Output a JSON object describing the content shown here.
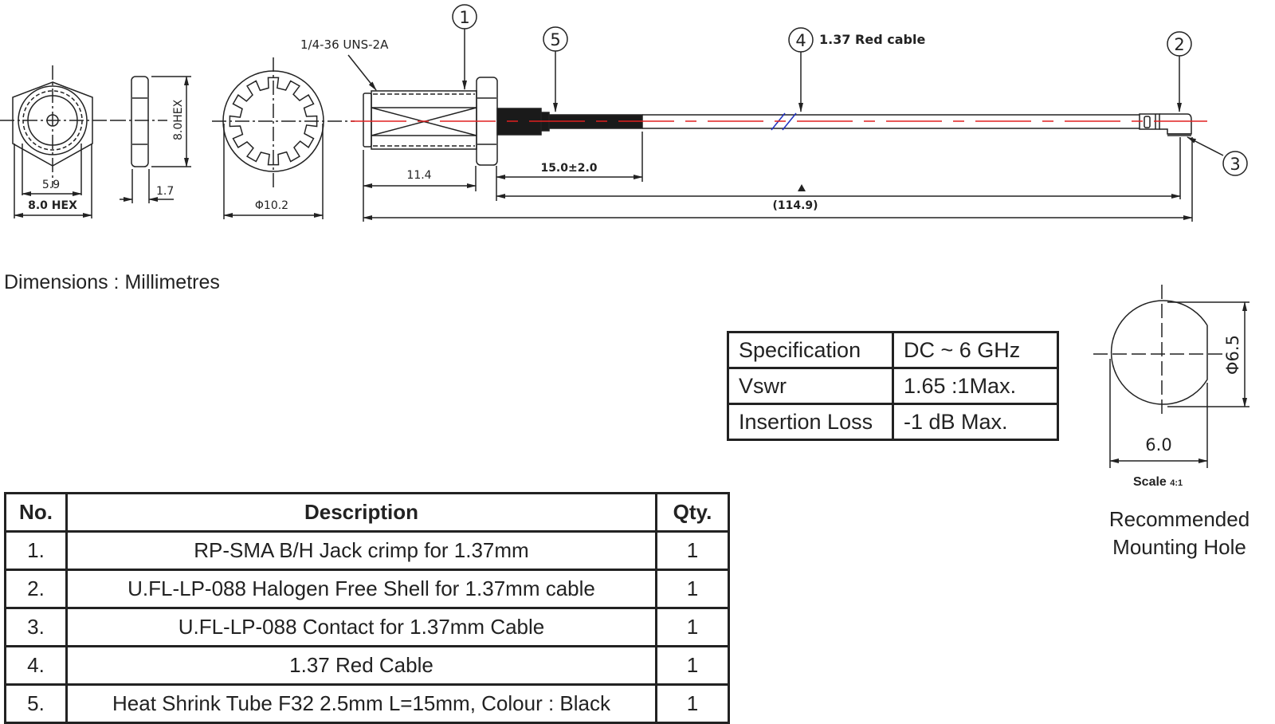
{
  "drawing": {
    "units_note": "Dimensions : Millimetres",
    "callouts": [
      {
        "id": "1",
        "label": ""
      },
      {
        "id": "2",
        "label": ""
      },
      {
        "id": "3",
        "label": ""
      },
      {
        "id": "4",
        "label": "1.37 Red cable"
      },
      {
        "id": "5",
        "label": ""
      }
    ],
    "dimensions": {
      "thread": "1/4-36 UNS-2A",
      "nut_inner": "5.9",
      "nut_hex": "8.0 HEX",
      "nut_side_hex": "8.0HEX",
      "nut_thickness": "1.7",
      "washer_dia": "Φ10.2",
      "body_length": "11.4",
      "heatshrink_length": "15.0±2.0",
      "cable_length": "(114.9)",
      "hole_dia": "Φ6.5",
      "hole_flat": "6.0"
    },
    "colors": {
      "line": "#222222",
      "centerline": "#e02020",
      "break_mark": "#2030c0",
      "heatshrink": "#1a1a1a"
    }
  },
  "spec_table": {
    "rows": [
      {
        "key": "Specification",
        "value": "DC ~ 6 GHz"
      },
      {
        "key": "Vswr",
        "value": "1.65 :1Max."
      },
      {
        "key": "Insertion Loss",
        "value": "-1 dB Max."
      }
    ]
  },
  "mounting_hole": {
    "scale_label": "Scale",
    "scale_ratio": "4:1",
    "caption_line1": "Recommended",
    "caption_line2": "Mounting Hole"
  },
  "bom": {
    "headers": {
      "no": "No.",
      "description": "Description",
      "qty": "Qty."
    },
    "rows": [
      {
        "no": "1.",
        "description": "RP-SMA B/H Jack crimp for 1.37mm",
        "qty": "1"
      },
      {
        "no": "2.",
        "description": "U.FL-LP-088 Halogen Free Shell for 1.37mm cable",
        "qty": "1"
      },
      {
        "no": "3.",
        "description": "U.FL-LP-088 Contact for 1.37mm Cable",
        "qty": "1"
      },
      {
        "no": "4.",
        "description": "1.37 Red Cable",
        "qty": "1"
      },
      {
        "no": "5.",
        "description": "Heat Shrink Tube F32 2.5mm L=15mm, Colour : Black",
        "qty": "1"
      }
    ]
  }
}
